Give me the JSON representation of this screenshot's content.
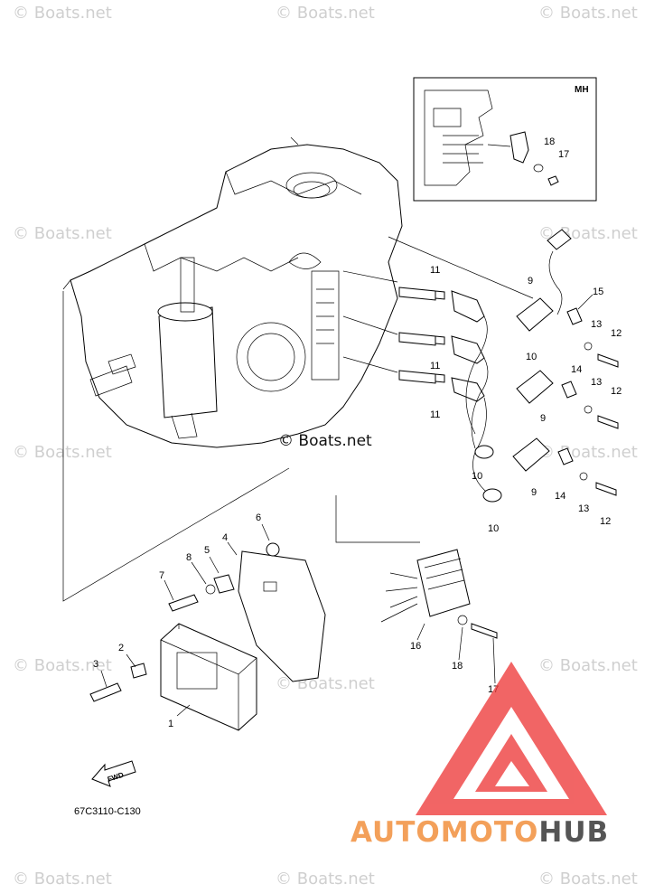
{
  "watermark": "© Boats.net",
  "inset_label": "MH",
  "diagram_code": "67C3110-C130",
  "fwd_label": "FWD",
  "logo": {
    "part1": "AUTOMOTO",
    "part2": "HUB",
    "triangle_color": "#ee3a3a"
  },
  "callouts": {
    "c1": "1",
    "c2": "2",
    "c3": "3",
    "c4": "4",
    "c5": "5",
    "c6": "6",
    "c7": "7",
    "c8": "8",
    "c9a": "9",
    "c9b": "9",
    "c9c": "9",
    "c10a": "10",
    "c10b": "10",
    "c10c": "10",
    "c11a": "11",
    "c11b": "11",
    "c11c": "11",
    "c12a": "12",
    "c12b": "12",
    "c12c": "12",
    "c13a": "13",
    "c13b": "13",
    "c13c": "13",
    "c14a": "14",
    "c14b": "14",
    "c15": "15",
    "c16": "16",
    "c17a": "17",
    "c17b": "17",
    "c18a": "18",
    "c18b": "18"
  }
}
